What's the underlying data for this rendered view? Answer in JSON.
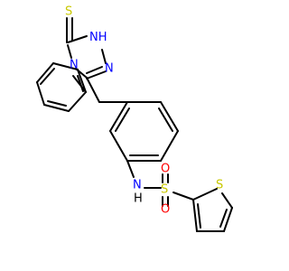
{
  "atoms": {
    "s_thione": {
      "text": "S",
      "color": "#c8c800"
    },
    "nh_triazole": {
      "text": "NH",
      "color": "#0000ff",
      "h_text": "H"
    },
    "n_right": {
      "text": "N",
      "color": "#0000ff"
    },
    "n4": {
      "text": "N",
      "color": "#0000ff"
    },
    "n_amide": {
      "text": "N",
      "color": "#0000ff"
    },
    "h_amide": {
      "text": "H",
      "color": "#000000"
    },
    "s_sulfonyl": {
      "text": "S",
      "color": "#c8c800"
    },
    "o_top": {
      "text": "O",
      "color": "#ff0000"
    },
    "o_bottom": {
      "text": "O",
      "color": "#ff0000"
    },
    "s_thiophene": {
      "text": "S",
      "color": "#c8c800"
    }
  }
}
